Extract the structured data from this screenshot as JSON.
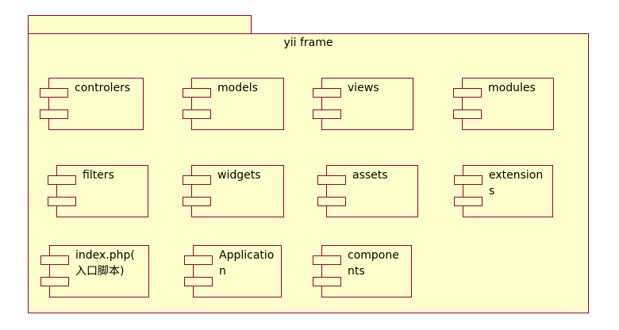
{
  "package": {
    "title": "yii frame"
  },
  "components": [
    {
      "id": "controlers",
      "label": "controlers"
    },
    {
      "id": "models",
      "label": "models"
    },
    {
      "id": "views",
      "label": "views"
    },
    {
      "id": "modules",
      "label": "modules"
    },
    {
      "id": "filters",
      "label": "filters"
    },
    {
      "id": "widgets",
      "label": "widgets"
    },
    {
      "id": "assets",
      "label": "assets"
    },
    {
      "id": "extensions",
      "label": "extension\ns"
    },
    {
      "id": "index",
      "label": "index.php(\n入口脚本)"
    },
    {
      "id": "application",
      "label": "Applicatio\nn"
    },
    {
      "id": "components",
      "label": "compone\nnts"
    }
  ],
  "colors": {
    "fill": "#ffffcc",
    "stroke": "#990033"
  }
}
